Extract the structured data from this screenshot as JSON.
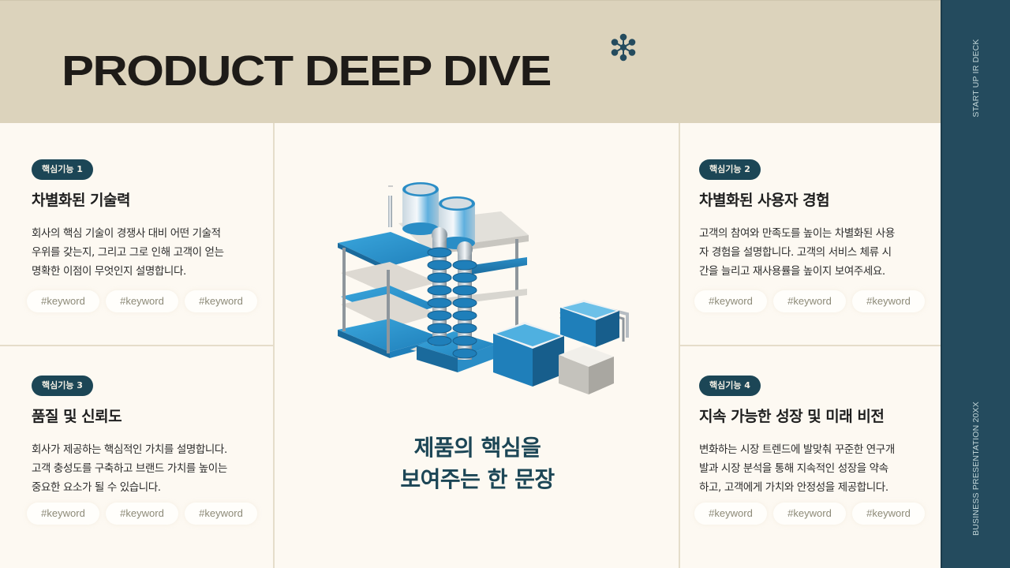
{
  "header": {
    "title": "PRODUCT DEEP DIVE",
    "ornament_icon": "asterisk-dots-icon",
    "accent_color": "#244b5e",
    "background_color": "#dcd3bc"
  },
  "sidebar": {
    "top_text": "START UP IR DECK",
    "bottom_text": "BUSINESS PRESENTATION 20XX",
    "background_color": "#244b5e"
  },
  "features": [
    {
      "badge": "핵심기능 1",
      "title": "차별화된 기술력",
      "desc_lines": [
        "회사의 핵심 기술이 경쟁사 대비 어떤 기술적",
        "우위를 갖는지, 그리고 그로 인해 고객이 얻는",
        "명확한 이점이 무엇인지 설명합니다."
      ],
      "keywords": [
        "#keyword",
        "#keyword",
        "#keyword"
      ]
    },
    {
      "badge": "핵심기능 2",
      "title": "차별화된 사용자 경험",
      "desc_lines": [
        "고객의 참여와 만족도를 높이는 차별화된 사용",
        "자 경험을 설명합니다. 고객의 서비스 체류 시",
        "간을 늘리고 재사용률을 높이지 보여주세요."
      ],
      "keywords": [
        "#keyword",
        "#keyword",
        "#keyword"
      ]
    },
    {
      "badge": "핵심기능 3",
      "title": "품질 및 신뢰도",
      "desc_lines": [
        "회사가 제공하는 핵심적인 가치를 설명합니다.",
        "고객 충성도를 구축하고 브랜드 가치를 높이는",
        "중요한 요소가 될 수 있습니다."
      ],
      "keywords": [
        "#keyword",
        "#keyword",
        "#keyword"
      ]
    },
    {
      "badge": "핵심기능 4",
      "title": "지속 가능한 성장 및 미래 비전",
      "desc_lines": [
        "변화하는 시장 트렌드에 발맞춰 꾸준한 연구개",
        "발과 시장 분석을 통해 지속적인 성장을 약속",
        "하고, 고객에게 가치와 안정성을 제공합니다."
      ],
      "keywords": [
        "#keyword",
        "#keyword",
        "#keyword"
      ]
    }
  ],
  "center": {
    "illustration": "isometric-factory-illustration",
    "tagline_lines": [
      "제품의 핵심을",
      "보여주는 한 문장"
    ],
    "tagline_color": "#1c4656"
  }
}
